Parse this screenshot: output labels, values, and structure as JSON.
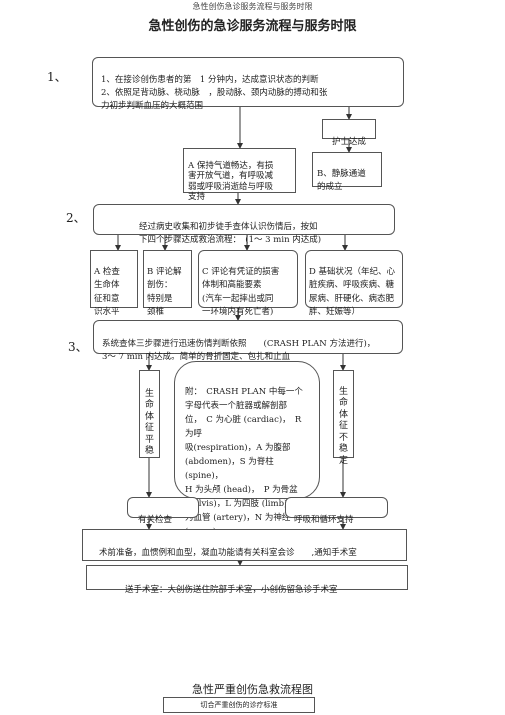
{
  "header": {
    "top_title": "急性创伤急诊服务流程与服务时限"
  },
  "title": "急性创伤的急诊服务流程与服务时限",
  "step_labels": [
    "1、",
    "2、",
    "3、"
  ],
  "boxes": {
    "step1": "1、在接诊创伤患者的第　1 分钟内，达成意识状态的判断\n2、依照足背动脉、桡动脉　，股动脉、颈内动脉的搏动和张\n力初步判断血压的大概范围",
    "nurse": "护士达成",
    "a": "A 保持气道畅达，有损\n害开放气道，有呼吸减\n弱或呼吸消逝给与呼吸\n支持",
    "b": "B、静脉通道\n的成立",
    "step2": "经过病史收集和初步徒手查体认识伤情后，按如\n下四个步骤达成救治流程：　(1～ 3 min 内达成)",
    "c1": "A 检查\n生命体\n征和意\n识水平",
    "c2": "B 评论解\n剖伤：\n特别是\n颈椎",
    "c3": "C 评论有凭证的损害\n体制和高能要素\n(汽车一起摔出或同\n一环境内有死亡者)",
    "c4": "D 基础状况（年纪、心\n脏疾病、呼吸疾病、糖\n尿病、肝硬化、病态肥\n胖、妊娠等）",
    "step3": "系统查体三步骤进行迅速伤情判断依照　　(CRASH PLAN 方法进行)，\n3～ 7 min 内达成。简单的骨折固定、包扎和止血",
    "stable": "生\n命\n体\n征\n平\n稳",
    "note": "附：　CRASH PLAN 中每一个\n字母代表一个脏器或解剖部\n位，　C 为心脏 (cardiac)，　R 为呼\n吸(respiration)，A 为腹部\n(abdomen)，S 为脊柱 (spine)，\nH 为头颅 (head)，　P 为骨盆\n(pelvis)，L 为四肢 (limb)，A\n为血管 (artery)，N 为神经\n(nerve)。",
    "unstable": "生\n命\n体\n征\n不\n稳\n定",
    "exam": "有关检查",
    "support": "呼吸和循环支持",
    "preop": "术前准备，血惯例和血型，凝血功能请有关科室会诊　　,通知手术室",
    "or": "送手术室：大创伤送住院部手术室，小创伤留急诊手术室"
  },
  "footer": {
    "title": "急性严重创伤急救流程图",
    "subtitle": "切合严重创伤的诊疗标准"
  }
}
